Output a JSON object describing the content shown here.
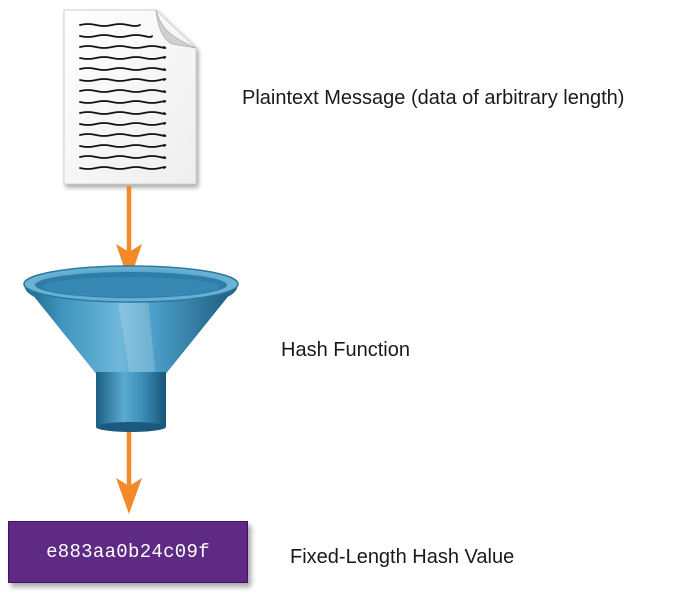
{
  "labels": {
    "plaintext": "Plaintext Message (data of arbitrary length)",
    "hash_function": "Hash Function",
    "hash_value": "Fixed-Length Hash Value"
  },
  "hash_output": {
    "value": "e883aa0b24c09f"
  },
  "icons": {
    "document": "document-icon",
    "funnel": "funnel-icon",
    "arrow": "arrow-down-icon"
  },
  "colors": {
    "arrow": "#f28a2a",
    "funnel": "#3b8fb8",
    "hash_box": "#5e2a84",
    "hash_text": "#ffffff"
  }
}
